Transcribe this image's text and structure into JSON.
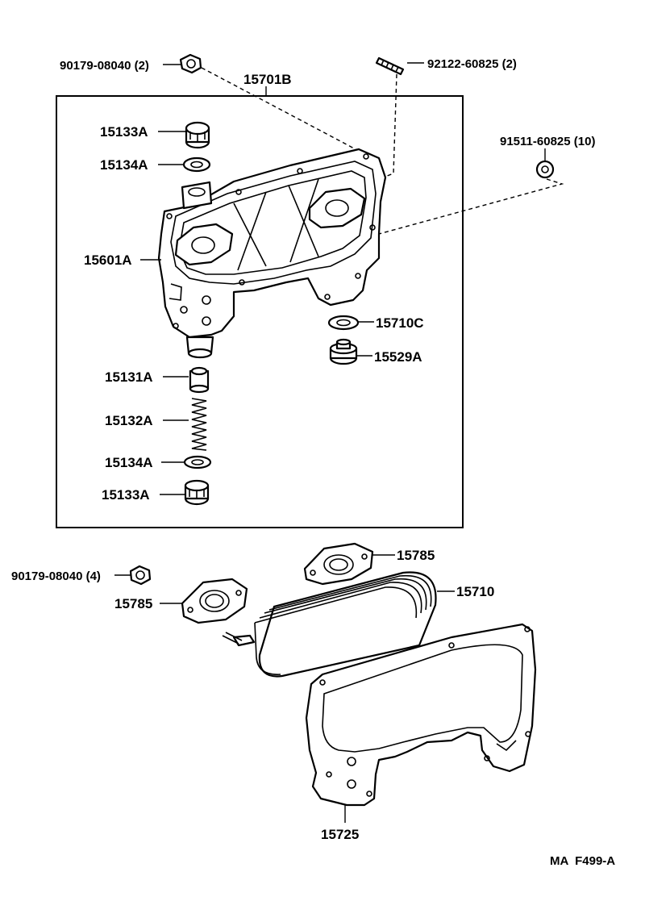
{
  "labels": {
    "bolt_top": "90179-08040 (2)",
    "stud_top": "92122-60825 (2)",
    "housing_assy": "15701B",
    "nut": "91511-60825 (10)",
    "plug_top": "15133A",
    "gasket_top": "15134A",
    "housing": "15601A",
    "gasket_right": "15710C",
    "plug_right": "15529A",
    "valve": "15131A",
    "spring": "15132A",
    "gasket_bottom": "15134A",
    "plug_bottom": "15133A",
    "bolt_bottom": "90179-08040 (4)",
    "gasket_785_a": "15785",
    "gasket_785_b": "15785",
    "cooler": "15710",
    "cover_gasket": "15725",
    "figure_code": "MA  F499-A"
  }
}
